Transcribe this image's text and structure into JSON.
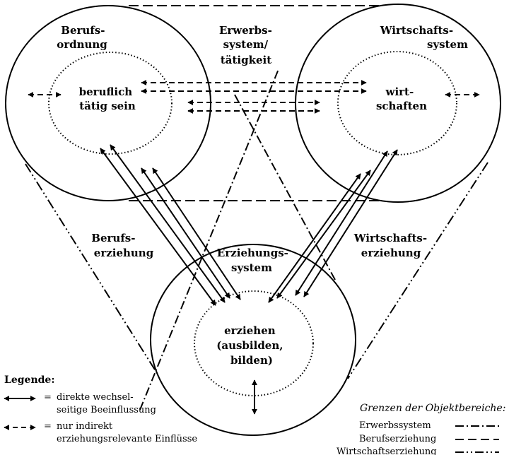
{
  "nodes": {
    "berufsordnung": {
      "line1": "Berufs-",
      "line2": "ordnung"
    },
    "beruflich": {
      "line1": "beruflich",
      "line2": "tätig sein"
    },
    "erwerbssystem": {
      "line1": "Erwerbs-",
      "line2": "system/",
      "line3": "tätigkeit"
    },
    "wirtschaftssystem": {
      "line1": "Wirtschafts-",
      "line2": "system"
    },
    "wirtschaften": {
      "line1": "wirt-",
      "line2": "schaften"
    },
    "berufserziehung": {
      "line1": "Berufs-",
      "line2": "erziehung"
    },
    "wirtschaftserziehung": {
      "line1": "Wirtschafts-",
      "line2": "erziehung"
    },
    "erziehungssystem": {
      "line1": "Erziehungs-",
      "line2": "system"
    },
    "erziehen": {
      "line1": "erziehen",
      "line2": "(ausbilden,",
      "line3": "bilden)"
    }
  },
  "legend": {
    "title": "Legende:",
    "eq": "=",
    "solid_line1": "direkte wechsel-",
    "solid_line2": "seitige Beeinflussung",
    "dashed_line1": "nur indirekt",
    "dashed_line2": "erziehungsrelevante Einflüsse"
  },
  "boundaries": {
    "title": "Grenzen der Objektbereiche:",
    "erwerb": "Erwerbssystem",
    "beruf": "Berufserziehung",
    "wirtschaft": "Wirtschaftserziehung"
  }
}
